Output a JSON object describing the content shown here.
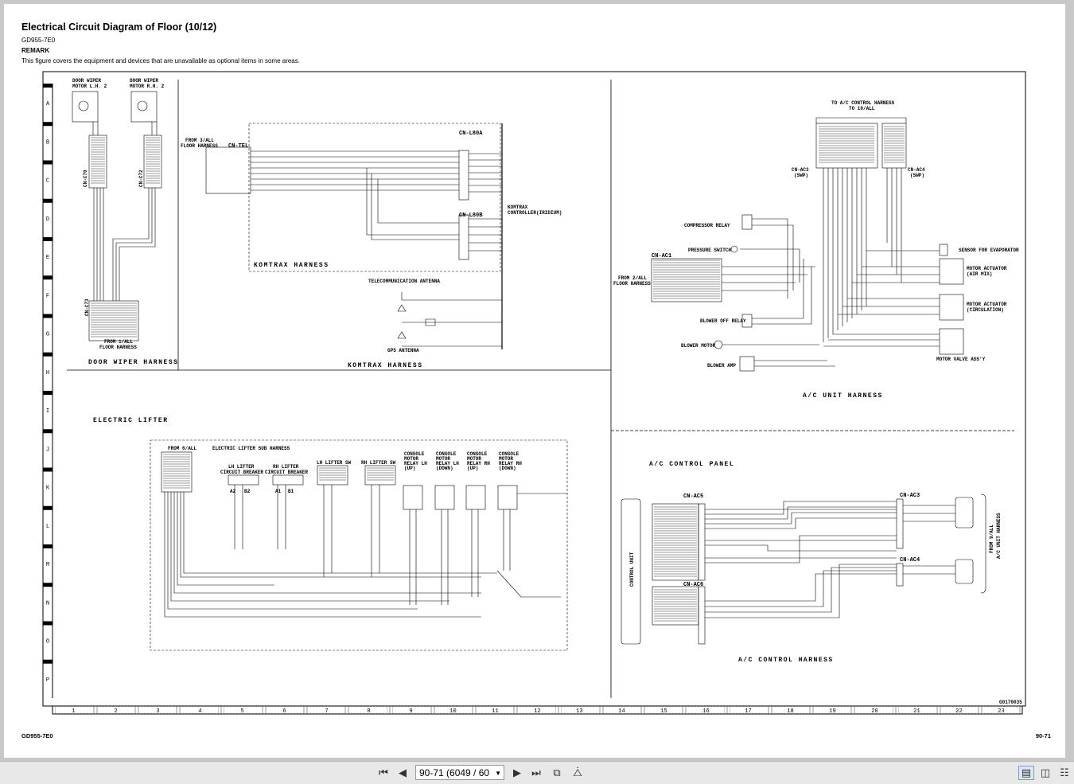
{
  "page": {
    "title": "Electrical Circuit Diagram of Floor (10/12)",
    "model": "GD955-7E0",
    "remark_label": "REMARK",
    "remark_text": "This figure covers the equipment and devices that are unavailable as optional items in some areas.",
    "footer_left": "GD955-7E0",
    "footer_right": "90-71",
    "drawing_number": "G0170035"
  },
  "grid": {
    "rows": [
      "A",
      "B",
      "C",
      "D",
      "E",
      "F",
      "G",
      "H",
      "I",
      "J",
      "K",
      "L",
      "M",
      "N",
      "O",
      "P"
    ],
    "cols": [
      "1",
      "2",
      "3",
      "4",
      "5",
      "6",
      "7",
      "8",
      "9",
      "10",
      "11",
      "12",
      "13",
      "14",
      "15",
      "16",
      "17",
      "18",
      "19",
      "20",
      "21",
      "22",
      "23"
    ]
  },
  "labels": {
    "door_wiper_lh": [
      "DOOR WIPER",
      "MOTOR L.H. 2"
    ],
    "door_wiper_rh": [
      "DOOR WIPER",
      "MOTOR R.H. 2"
    ],
    "cn_c70": "CN-C70",
    "cn_c72": "CN-C72",
    "cn_c73": "CN-C73",
    "from_1_all": [
      "FROM 1/ALL",
      "FLOOR HARNESS"
    ],
    "door_wiper_harness": "DOOR WIPER HARNESS",
    "from_3_all": [
      "FROM 3/ALL",
      "FLOOR HARNESS"
    ],
    "cn_tel": "CN-TEL",
    "cn_l80a": "CN-L80A",
    "cn_l80b": "CN-L80B",
    "komtrax_ctrl": [
      "KOMTRAX",
      "CONTROLLER(IRIDIUM)"
    ],
    "komtrax_harness_inner": "KOMTRAX HARNESS",
    "telecom_antenna": "TELECOMMUNICATION ANTENNA",
    "gps_antenna": "GPS ANTENNA",
    "komtrax_harness": "KOMTRAX HARNESS",
    "to_ac_control": [
      "TO A/C CONTROL HARNESS",
      "TO 10/ALL"
    ],
    "cn_ac3_swp": [
      "CN-AC3",
      "(SWP)"
    ],
    "cn_ac4_swp": [
      "CN-AC4",
      "(SWP)"
    ],
    "compressor_relay": "COMPRESSOR RELAY",
    "pressure_switch": "PRESSURE SWITCH",
    "cn_ac1": "CN-AC1",
    "from_2_all": [
      "FROM 2/ALL",
      "FLOOR HARNESS"
    ],
    "blower_off_relay": "BLOWER OFF RELAY",
    "blower_motor": "BLOWER MOTOR",
    "blower_amp": "BLOWER AMP",
    "sensor_evap": "SENSOR FOR EVAPORATOR",
    "motor_act_mix": [
      "MOTOR ACTUATOR",
      "(AIR MIX)"
    ],
    "motor_act_circ": [
      "MOTOR ACTUATOR",
      "(CIRCULATION)"
    ],
    "motor_valve": "MOTOR VALVE ASS'Y",
    "ac_unit_harness": "A/C UNIT HARNESS",
    "electric_lifter": "ELECTRIC LIFTER",
    "from_6_all": "FROM 6/ALL",
    "lifter_sub_harness": "ELECTRIC LIFTER SUB HARNESS",
    "lh_lifter_cb": [
      "LH LIFTER",
      "CIRCUIT BREAKER"
    ],
    "rh_lifter_cb": [
      "RH LIFTER",
      "CIRCUIT BREAKER"
    ],
    "lh_lifter_sw": "LH LIFTER SW",
    "rh_lifter_sw": "RH LIFTER SW",
    "relay_lh_up": [
      "CONSOLE",
      "MOTOR",
      "RELAY LH",
      "(UP)"
    ],
    "relay_lh_down": [
      "CONSOLE",
      "MOTOR",
      "RELAY LH",
      "(DOWN)"
    ],
    "relay_rh_up": [
      "CONSOLE",
      "MOTOR",
      "RELAY RH",
      "(UP)"
    ],
    "relay_rh_down": [
      "CONSOLE",
      "MOTOR",
      "RELAY RH",
      "(DOWN)"
    ],
    "cb_pins": [
      "A2",
      "B2",
      "A1",
      "B1"
    ],
    "cn_ac5": "CN-AC5",
    "cn_ac6": "CN-AC6",
    "cn_ac3": "CN-AC3",
    "cn_ac4": "CN-AC4",
    "ac_control_panel": "A/C CONTROL PANEL",
    "control_unit": "CONTROL UNIT",
    "from_9_all": [
      "FROM 9/ALL",
      "A/C UNIT HARNESS"
    ],
    "ac_control_harness": "A/C CONTROL HARNESS"
  },
  "viewer": {
    "page_field": "90-71 (6049 / 60",
    "first_page_icon": "first-page-icon",
    "prev_page_icon": "prev-page-icon",
    "next_page_icon": "next-page-icon",
    "last_page_icon": "last-page-icon"
  }
}
